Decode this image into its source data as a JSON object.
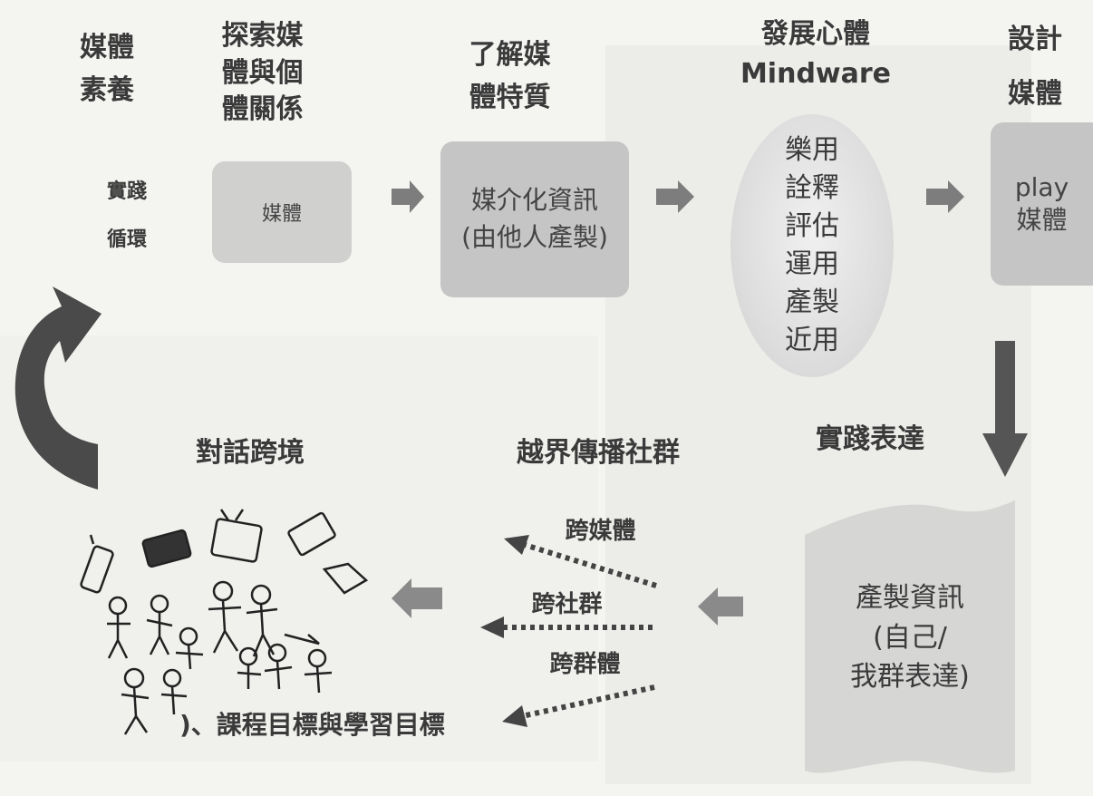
{
  "header": {
    "literacy": "媒體\n素養",
    "explore": "探索媒\n體與個\n體關係",
    "understand": "了解媒\n體特質",
    "mindware": "發展心體\nMindware",
    "design": "設計\n媒體"
  },
  "practice_cycle": "實踐\n循環",
  "boxes": {
    "media": "媒體",
    "mediated_info": "媒介化資訊\n(由他人產製)",
    "mindware_actions": "樂用\n詮釋\n評估\n運用\n產製\n近用",
    "play_media": "play\n媒體",
    "produce_info": "產製資訊\n(自己/\n我群表達)"
  },
  "stages": {
    "practice_express": "實踐表達",
    "cross_border": "越界傳播社群",
    "dialogue": "對話跨境"
  },
  "cross_labels": [
    "跨媒體",
    "跨社群",
    "跨群體"
  ],
  "caption": ")、課程目標與學習目標",
  "colors": {
    "arrow": "#7a7a7a",
    "box": "#c5c5c5",
    "dark_arrow": "#555555",
    "dotted": "#444444"
  }
}
